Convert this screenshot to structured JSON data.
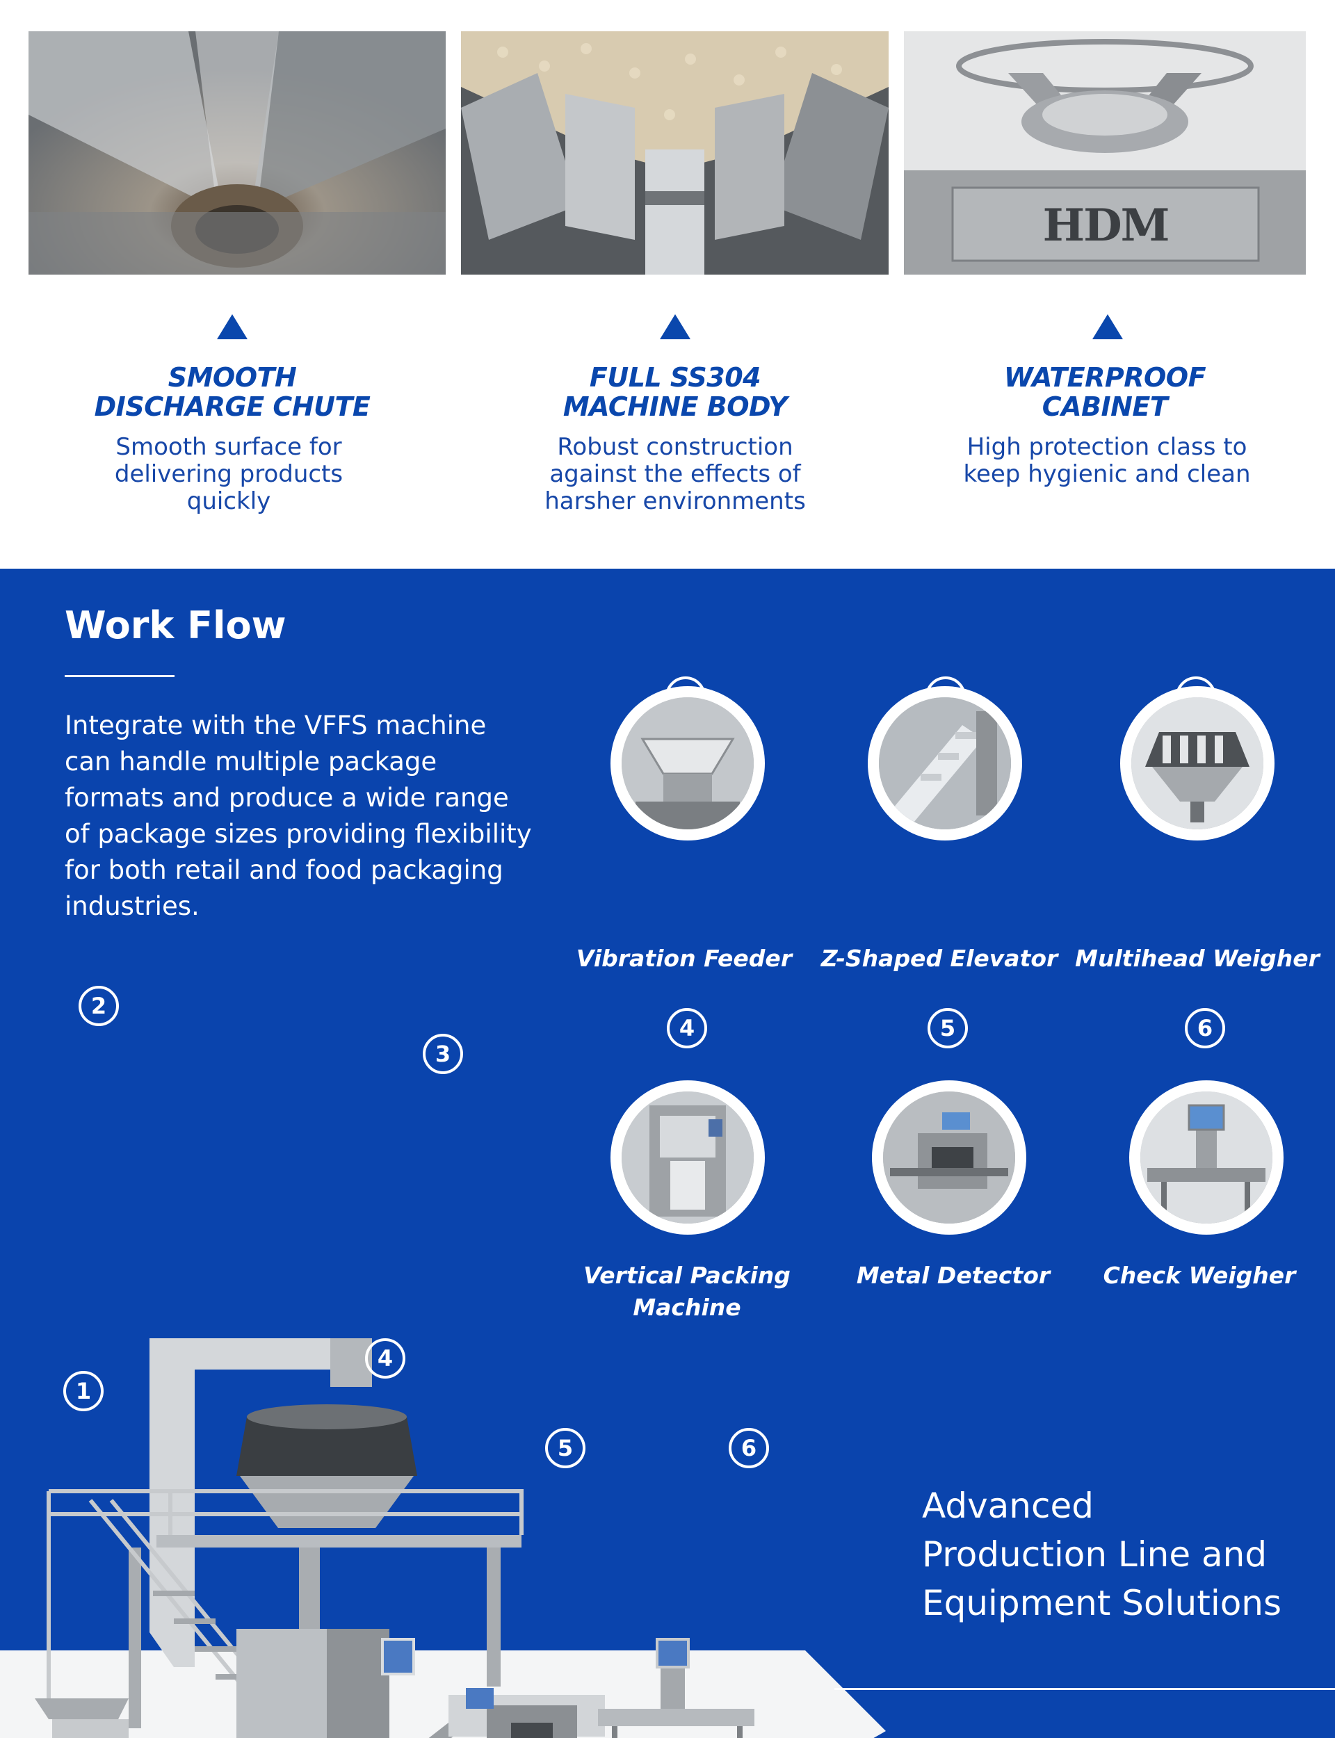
{
  "colors": {
    "brand_blue": "#0a44ad",
    "title_blue": "#0a47ad",
    "white": "#ffffff"
  },
  "features": [
    {
      "image_icon": "discharge-chute-photo",
      "title_line1": "SMOOTH",
      "title_line2": "DISCHARGE CHUTE",
      "desc_line1": "Smooth surface for",
      "desc_line2": "delivering products",
      "desc_line3": "quickly"
    },
    {
      "image_icon": "machine-body-photo",
      "title_line1": "FULL SS304",
      "title_line2": "MACHINE BODY",
      "desc_line1": "Robust construction",
      "desc_line2": "against the effects of",
      "desc_line3": "harsher environments"
    },
    {
      "image_icon": "cabinet-photo",
      "logo_text": "HDM",
      "title_line1": "WATERPROOF",
      "title_line2": "CABINET",
      "desc_line1": "High protection class to",
      "desc_line2": "keep hygienic and clean"
    }
  ],
  "workflow": {
    "title": "Work Flow",
    "text_lines": [
      "Integrate with the VFFS machine",
      "can handle multiple package",
      "formats and produce a wide range",
      "of package sizes providing flexibility",
      "for both retail and food packaging",
      "industries."
    ],
    "steps": [
      {
        "number": "1",
        "label_line1": "Vibration Feeder",
        "label_line2": "",
        "icon": "vibration-feeder-photo"
      },
      {
        "number": "2",
        "label_line1": "Z-Shaped Elevator",
        "label_line2": "",
        "icon": "z-elevator-photo"
      },
      {
        "number": "3",
        "label_line1": "Multihead Weigher",
        "label_line2": "",
        "icon": "multihead-weigher-photo"
      },
      {
        "number": "4",
        "label_line1": "Vertical Packing",
        "label_line2": "Machine",
        "icon": "vertical-packing-photo"
      },
      {
        "number": "5",
        "label_line1": "Metal Detector",
        "label_line2": "",
        "icon": "metal-detector-photo"
      },
      {
        "number": "6",
        "label_line1": "Check Weigher",
        "label_line2": "",
        "icon": "check-weigher-photo"
      }
    ],
    "diagram_numbers": [
      "2",
      "3",
      "4",
      "1",
      "5",
      "6"
    ],
    "tagline_lines": [
      "Advanced",
      "Production Line and",
      "Equipment Solutions"
    ]
  }
}
